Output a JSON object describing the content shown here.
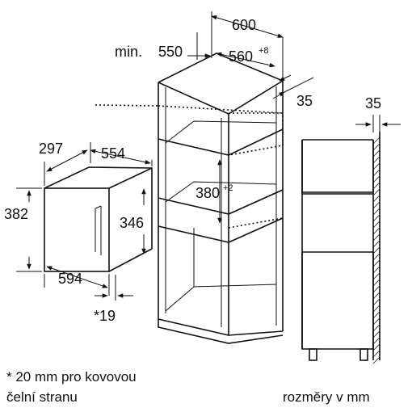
{
  "dimensions": {
    "top_depth": "600",
    "min_depth_prefix": "min.",
    "min_depth": "550",
    "niche_depth": "560",
    "niche_depth_tol": "+8",
    "front_offset": "35",
    "side_offset": "35",
    "appliance_depth": "297",
    "appliance_width": "554",
    "appliance_height": "382",
    "inner_height": "346",
    "front_width": "594",
    "front_note_value": "*19",
    "niche_height": "380",
    "niche_height_tol": "+2"
  },
  "footnote": {
    "line1": "* 20 mm pro kovovou",
    "line2": "čelní stranu"
  },
  "units_label": "rozměry v mm"
}
